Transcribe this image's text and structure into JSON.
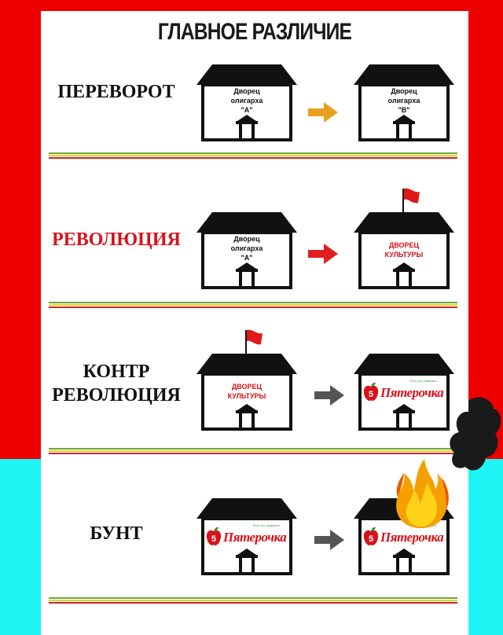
{
  "title": "ГЛАВНОЕ РАЗЛИЧИЕ",
  "colors": {
    "frame_red": "#ee0000",
    "frame_cyan": "#1ef4f4",
    "accent_red": "#d8121a",
    "arrow_orange": "#e8a020",
    "arrow_gray": "#555555",
    "divider_green": "#6aa83a",
    "divider_yellow": "#e8d030",
    "divider_red": "#c8282a"
  },
  "rows": [
    {
      "label": "ПЕРЕВОРОТ",
      "from": {
        "lines": [
          "Дворец",
          "олигарха",
          "\"А\""
        ]
      },
      "arrow": "arrow-right-icon",
      "to": {
        "lines": [
          "Дворец",
          "олигарха",
          "\"В\""
        ]
      }
    },
    {
      "label": "РЕВОЛЮЦИЯ",
      "from": {
        "lines": [
          "Дворец",
          "олигарха",
          "\"А\""
        ]
      },
      "arrow": "arrow-right-icon",
      "to": {
        "lines": [
          "ДВОРЕЦ",
          "КУЛЬТУРЫ"
        ],
        "flag": "red-flag-icon"
      }
    },
    {
      "label_lines": [
        "КОНТР",
        "РЕВОЛЮЦИЯ"
      ],
      "from": {
        "lines": [
          "ДВОРЕЦ",
          "КУЛЬТУРЫ"
        ],
        "flag": "red-flag-icon"
      },
      "arrow": "arrow-right-icon",
      "to": {
        "brand": "Пятерочка",
        "slogan": "Есть что сравнить"
      }
    },
    {
      "label": "БУНТ",
      "from": {
        "brand": "Пятерочка",
        "slogan": "Есть что сравнить"
      },
      "arrow": "arrow-right-icon",
      "to": {
        "brand": "Пятерочка",
        "slogan": "Есть что сравнить",
        "fire": "fire-icon"
      }
    }
  ]
}
